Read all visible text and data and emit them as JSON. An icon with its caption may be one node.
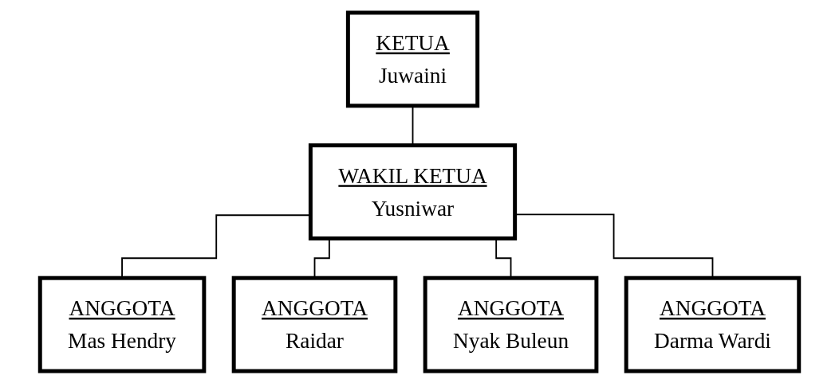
{
  "diagram": {
    "nodes": [
      {
        "text": [
          "KETUA",
          "Juwaini"
        ]
      },
      {
        "text": [
          "WAKIL KETUA",
          "Yusniwar"
        ]
      },
      {
        "text": [
          "ANGGOTA",
          "Mas Hendry"
        ]
      },
      {
        "text": [
          "ANGGOTA",
          "Raidar"
        ]
      },
      {
        "text": [
          "ANGGOTA",
          "Nyak Buleun"
        ]
      },
      {
        "text": [
          "ANGGOTA",
          "Darma Wardi"
        ]
      }
    ],
    "edges": [
      {
        "from": 0,
        "to": 1,
        "arrow": "none"
      },
      {
        "from": 1,
        "to": 2,
        "arrow": "none"
      },
      {
        "from": 1,
        "to": 3,
        "arrow": "none"
      },
      {
        "from": 1,
        "to": 4,
        "arrow": "none"
      },
      {
        "from": 1,
        "to": 5,
        "arrow": "none"
      }
    ]
  }
}
